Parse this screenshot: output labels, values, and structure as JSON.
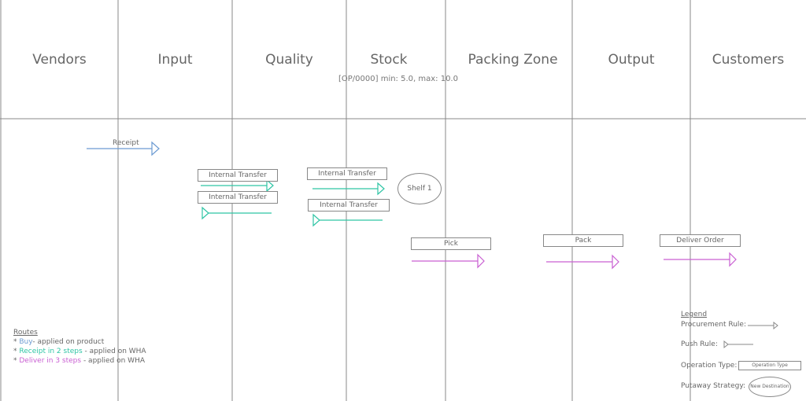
{
  "columns": [
    "Vendors",
    "Input",
    "Quality",
    "Stock",
    "Packing Zone",
    "Output",
    "Customers"
  ],
  "stock_note": "[OP/0000] min: 5.0, max: 10.0",
  "flows": {
    "receipt": "Receipt",
    "internal_transfer_1": "Internal Transfer",
    "internal_transfer_2": "Internal Transfer",
    "internal_transfer_3": "Internal Transfer",
    "internal_transfer_4": "Internal Transfer",
    "pick": "Pick",
    "pack": "Pack",
    "deliver_order": "Deliver Order"
  },
  "shelf": "Shelf 1",
  "routes": {
    "title": "Routes",
    "buy": {
      "bullet": "* ",
      "name": "Buy",
      "rest": "- applied on product"
    },
    "receipt": {
      "bullet": "* ",
      "name": "Receipt in 2 steps",
      "rest": " - applied on WHA"
    },
    "deliver": {
      "bullet": "* ",
      "name": "Deliver in 3 steps",
      "rest": " - applied on WHA"
    }
  },
  "legend": {
    "title": "Legend",
    "procurement": "Procurement Rule:",
    "push": "Push Rule:",
    "operation": "Operation Type:",
    "operation_sample": "Operation Type",
    "putaway": "Putaway Strategy:",
    "putaway_sample": "New Destination"
  },
  "colors": {
    "buy": "#6c9bd2",
    "receipt": "#2fc5a5",
    "deliver": "#c95fd2",
    "line": "#888888"
  }
}
